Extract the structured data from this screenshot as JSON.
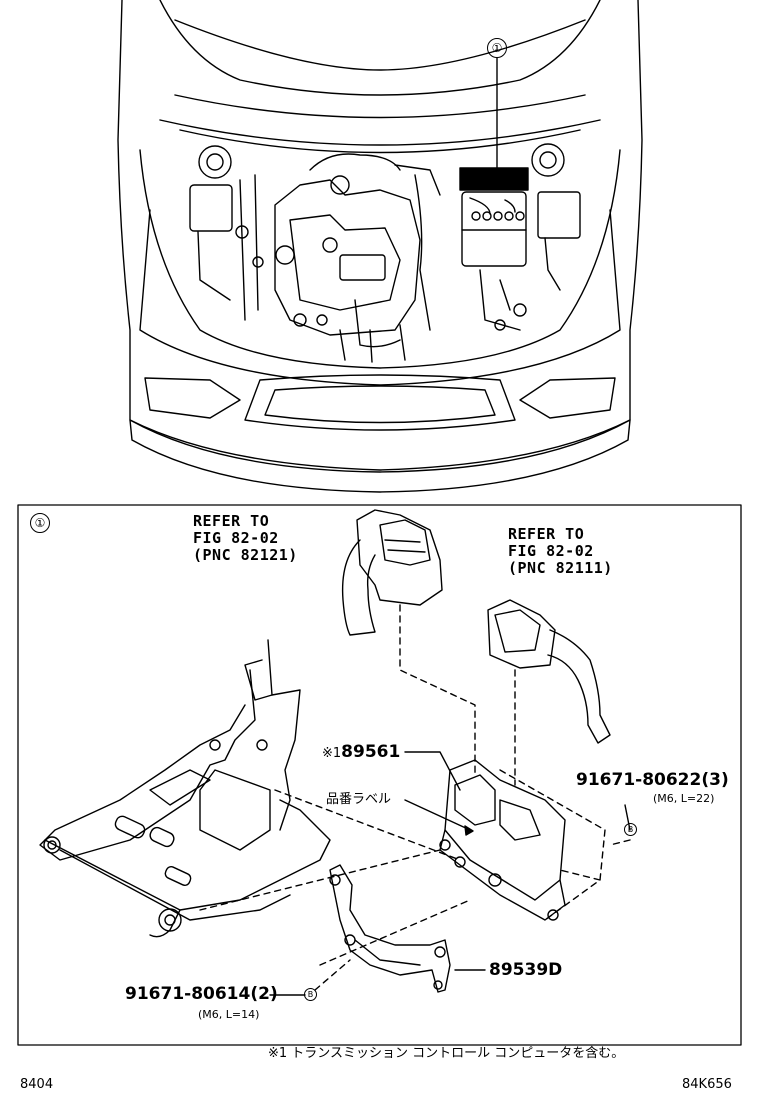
{
  "top_view": {
    "callout": "①"
  },
  "detail": {
    "callout": "①",
    "refer_left": {
      "line1": "REFER TO",
      "line2": "FIG 82-02",
      "line3": "(PNC 82121)"
    },
    "refer_right": {
      "line1": "REFER TO",
      "line2": "FIG 82-02",
      "line3": "(PNC 82111)"
    },
    "parts": {
      "ecu": {
        "prefix": "※1",
        "number": "89561"
      },
      "label_jp": "品番ラベル",
      "bolt_upper": {
        "number": "91671-80622(3)",
        "spec": "(M6, L=22)",
        "ref": "B"
      },
      "bolt_lower": {
        "number": "91671-80614(2)",
        "spec": "(M6, L=14)",
        "ref": "B"
      },
      "bracket": {
        "number": "89539D"
      }
    },
    "footnote": "※1 トランスミッション コントロール コンピュータを含む。"
  },
  "footer": {
    "left": "8404",
    "right": "84K656"
  }
}
